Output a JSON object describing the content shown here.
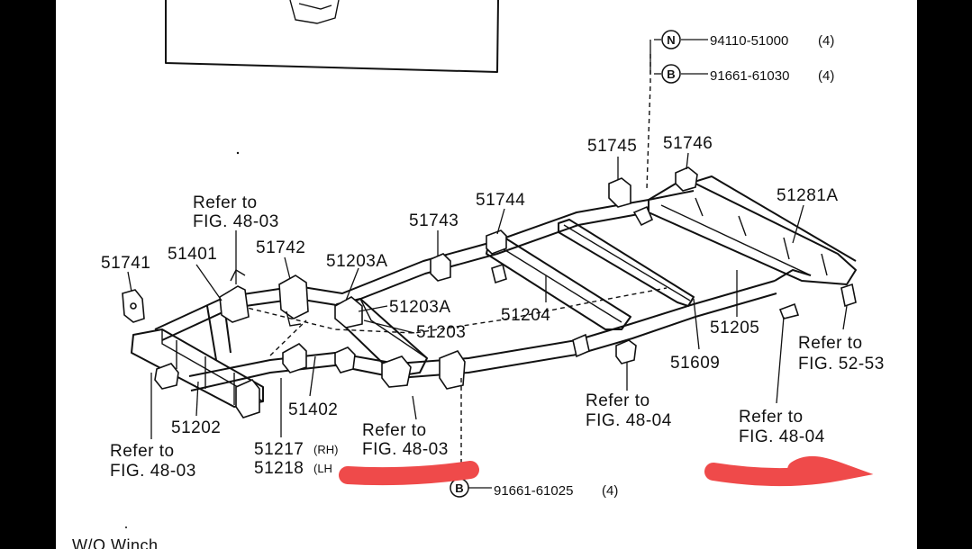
{
  "parts": {
    "p51741": "51741",
    "p51401": "51401",
    "p51742": "51742",
    "p51203A_1": "51203A",
    "p51203A_2": "51203A",
    "p51203": "51203",
    "p51743": "51743",
    "p51744": "51744",
    "p51204": "51204",
    "p51745": "51745",
    "p51746": "51746",
    "p51281A": "51281A",
    "p51205": "51205",
    "p51609": "51609",
    "p51202": "51202",
    "p51402": "51402",
    "p51217": "51217",
    "p51217_side": "(RH)",
    "p51218": "51218",
    "p51218_side": "(LH"
  },
  "refs": {
    "ref_to": "Refer to",
    "fig_48_03": "FIG. 48-03",
    "fig_48_04": "FIG. 48-04",
    "fig_52_53": "FIG. 52-53",
    "fig_48_03_b": "FIG. 48-03"
  },
  "fasteners": {
    "n_symbol": "N",
    "b_symbol": "B",
    "n_part": "94110-51000",
    "n_qty": "(4)",
    "b_part_top": "91661-61030",
    "b_qty_top": "(4)",
    "b_part_bottom": "91661-61025",
    "b_qty_bottom": "(4)"
  },
  "footer": {
    "caption": "W/O Winch"
  },
  "colors": {
    "background": "#000000",
    "sheet": "#ffffff",
    "ink": "#111111",
    "highlight": "#ef4a4a"
  }
}
